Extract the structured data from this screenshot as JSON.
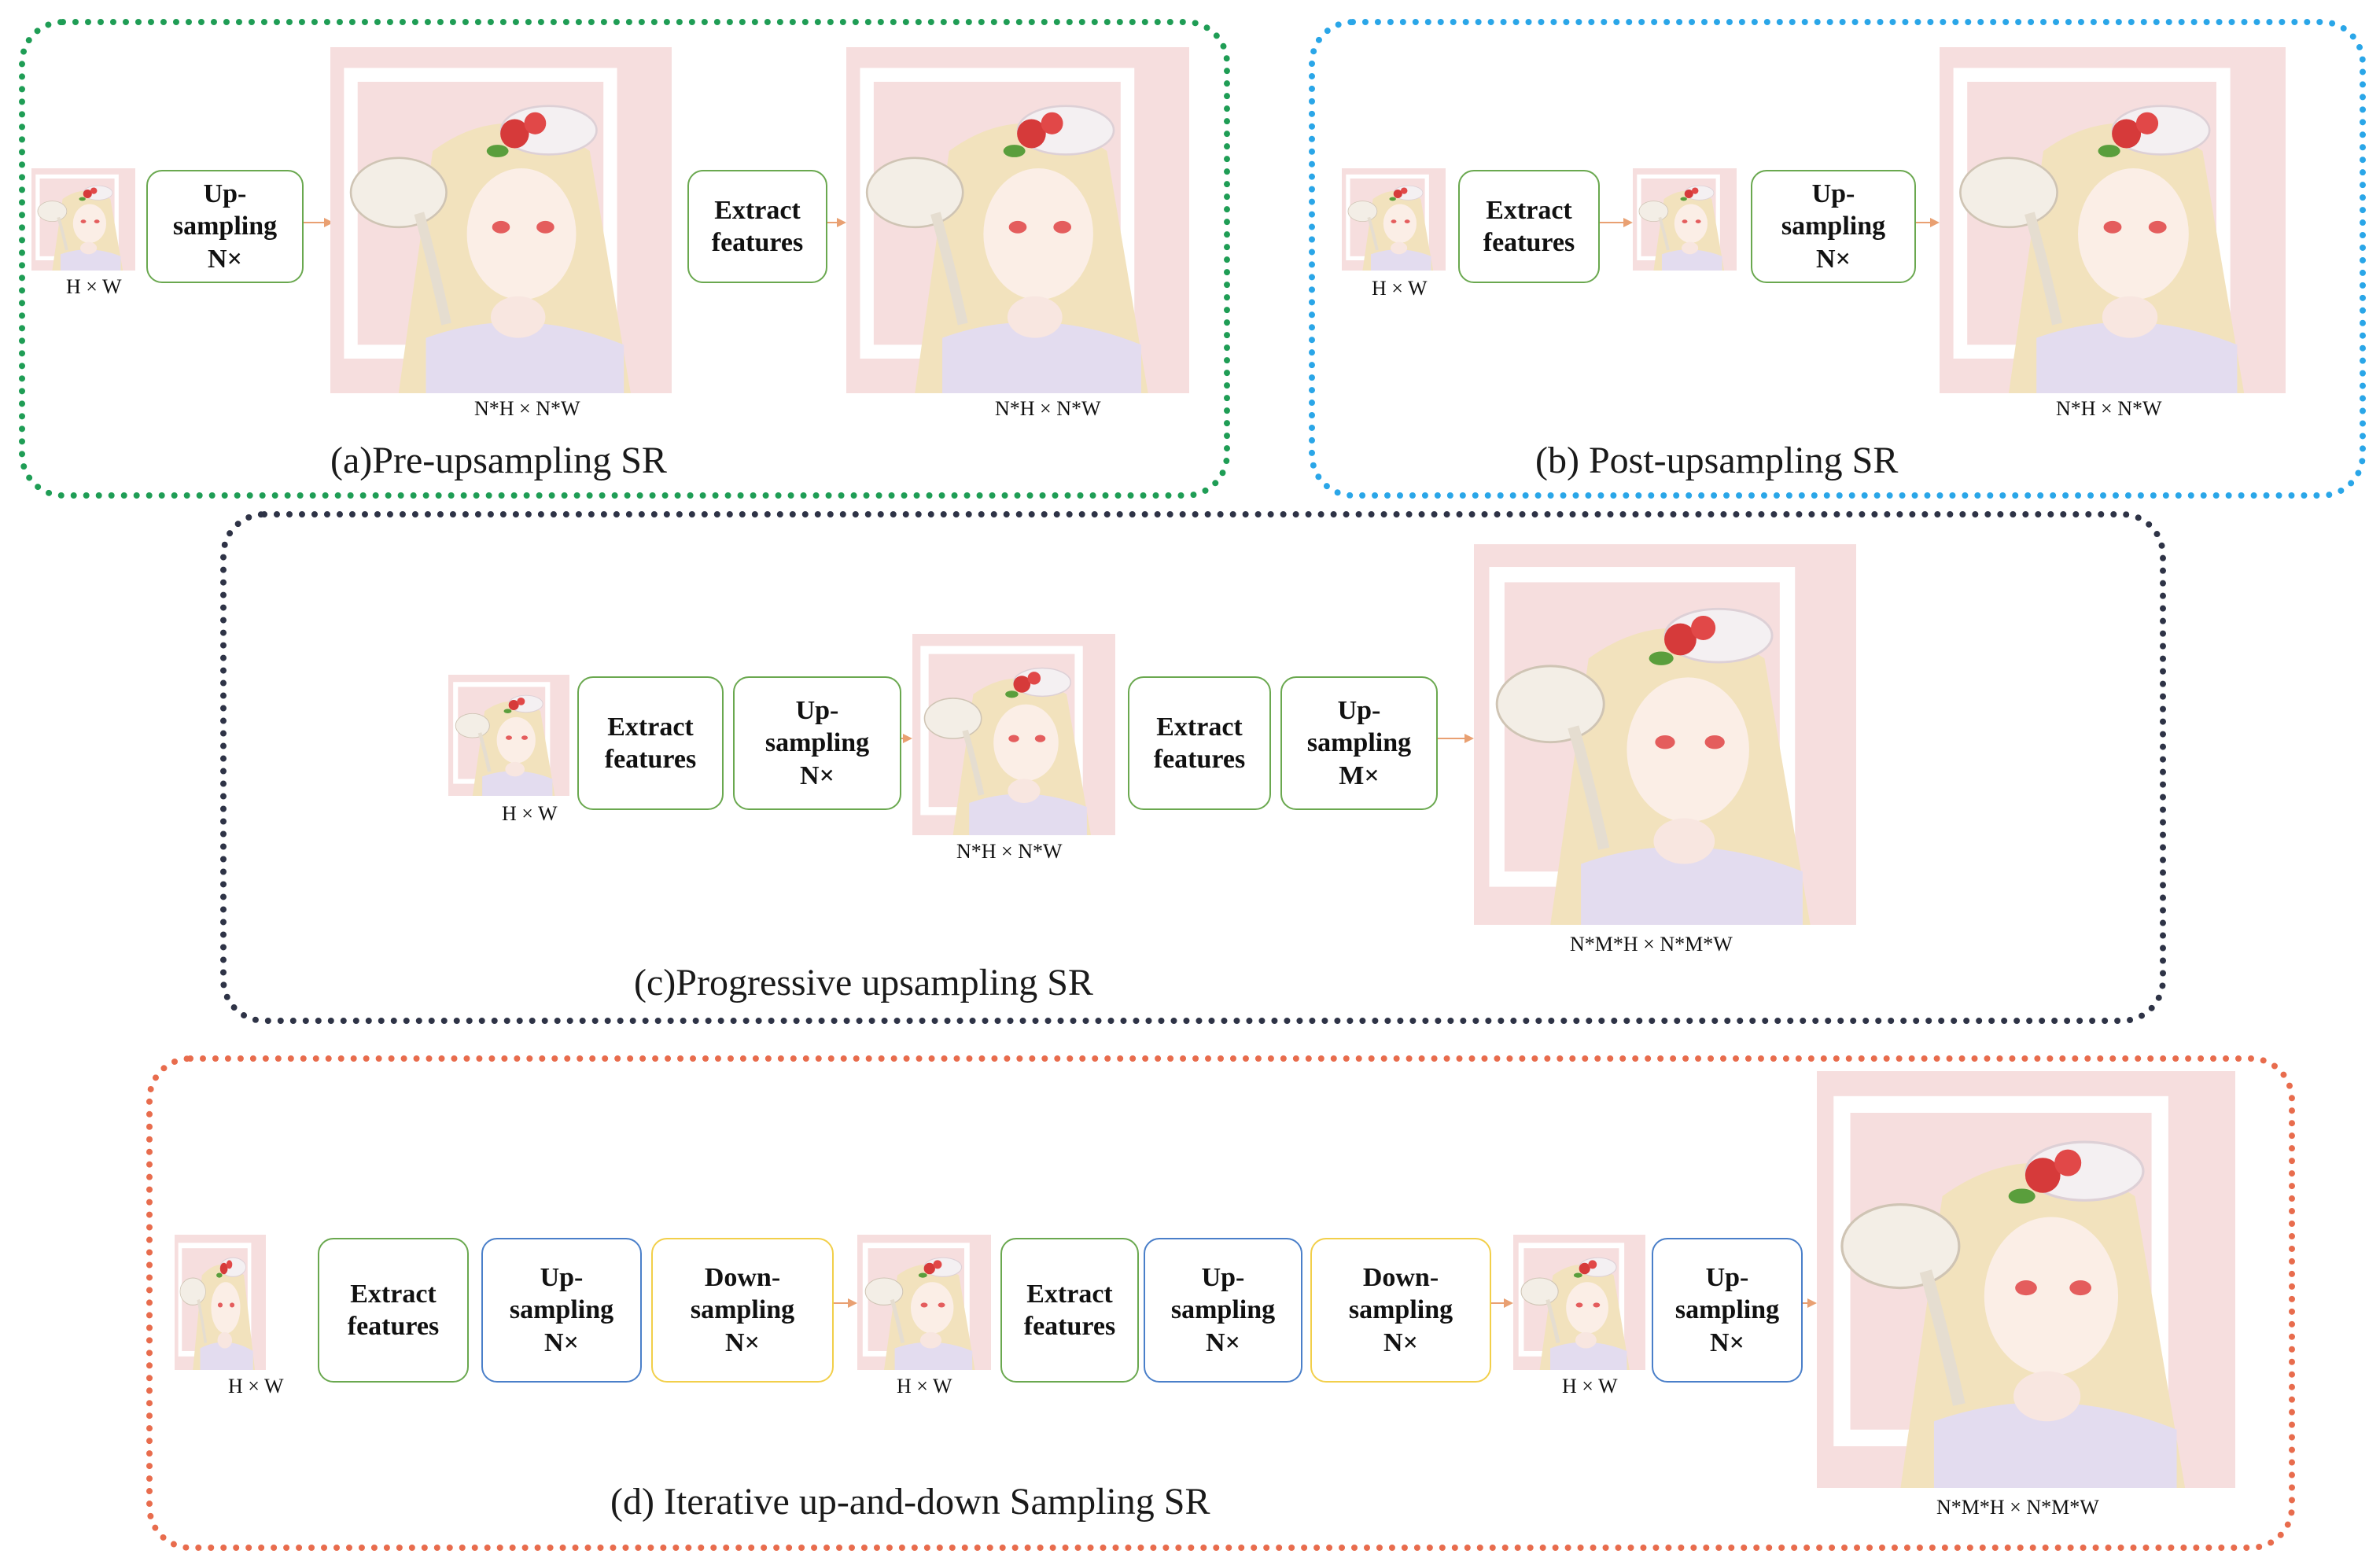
{
  "colors": {
    "panel_a": "#1f9d55",
    "panel_b": "#2aa6e8",
    "panel_c": "#2e3346",
    "panel_d": "#e86c4d",
    "box_green": "#6aa84f",
    "box_blue": "#4a7fc9",
    "box_yellow": "#f2cf4a",
    "arrow": "#e9a072",
    "image_bg": "#f6dede"
  },
  "labels": {
    "extract": [
      "Extract",
      "features"
    ],
    "up_n": [
      "Up-",
      "sampling",
      "N×"
    ],
    "up_m": [
      "Up-",
      "sampling",
      "M×"
    ],
    "down_n": [
      "Down-",
      "sampling",
      "N×"
    ],
    "hw": "H × W",
    "nhnw": "N*H × N*W",
    "nmh": "N*M*H × N*M*W"
  },
  "panels": {
    "a": {
      "caption": "(a)Pre-upsampling SR"
    },
    "b": {
      "caption": "(b) Post-upsampling SR"
    },
    "c": {
      "caption": "(c)Progressive upsampling SR"
    },
    "d": {
      "caption": "(d) Iterative up-and-down Sampling SR"
    }
  }
}
